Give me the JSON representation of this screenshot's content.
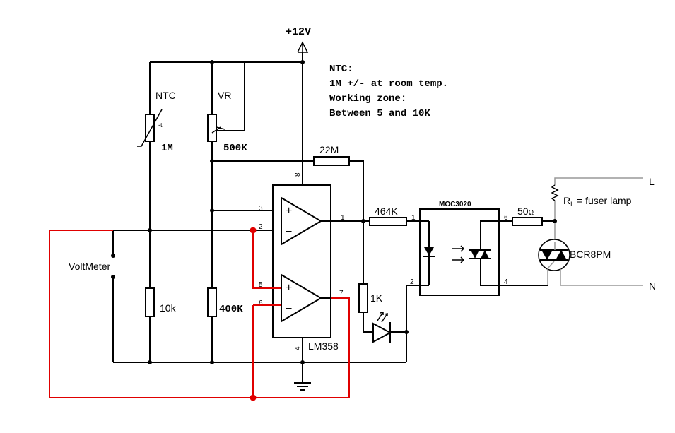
{
  "supply": {
    "label": "+12V"
  },
  "note": {
    "line1": "NTC:",
    "line2": "1M +/- at room temp.",
    "line3": "Working zone:",
    "line4": "Between 5 and 10K"
  },
  "components": {
    "ntc": {
      "label": "NTC",
      "value": "1M",
      "tempcoef": "-t"
    },
    "vr": {
      "label": "VR",
      "value": "500K"
    },
    "r_bottom_left": {
      "value": "10k"
    },
    "r_bottom_mid": {
      "value": "400K"
    },
    "r_feedback": {
      "value": "22M"
    },
    "r_led_series": {
      "value": "464K"
    },
    "r_led": {
      "value": "1K"
    },
    "r_gate": {
      "value": "50",
      "unit": "Ω"
    },
    "r_load": {
      "symbol": "R",
      "subscript": "L",
      "desc": " = fuser lamp"
    },
    "ic": {
      "label": "LM358"
    },
    "opto": {
      "label": "MOC3020"
    },
    "triac": {
      "label": "BCR8PM"
    },
    "meter": {
      "label": "VoltMeter"
    }
  },
  "terminals": {
    "line": "L",
    "neutral": "N"
  },
  "pins": {
    "ic_in1_plus": "3",
    "ic_in1_minus": "2",
    "ic_out1": "1",
    "ic_in2_plus": "5",
    "ic_in2_minus": "6",
    "ic_out2": "7",
    "ic_vcc": "8",
    "ic_gnd": "4",
    "opto_1": "1",
    "opto_2": "2",
    "opto_6": "6",
    "opto_4": "4"
  },
  "opamp_signs": {
    "plus": "+",
    "minus": "−"
  }
}
